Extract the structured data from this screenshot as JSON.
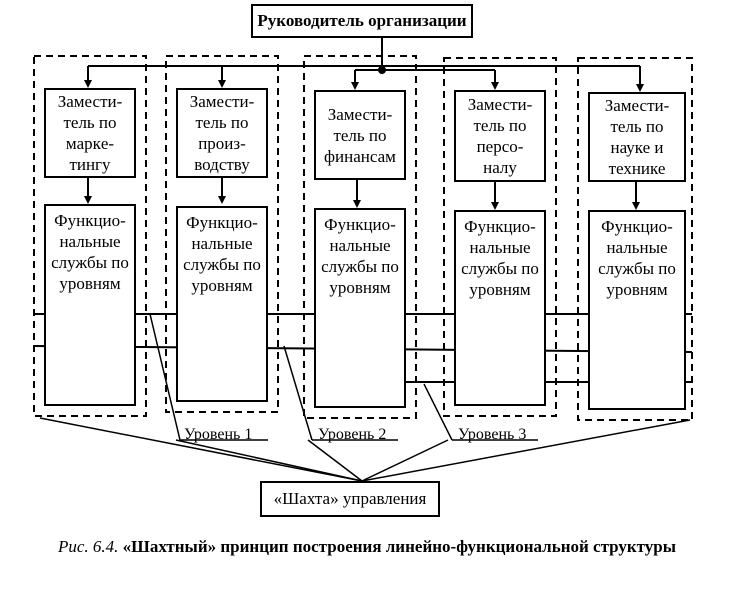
{
  "top_box": "Руководитель организации",
  "deputies": [
    "Замести-\nтель по\nмаркe-\nтингу",
    "Замести-\nтель по\nпроиз-\nводству",
    "Замести-\nтель по\nфинансам",
    "Замести-\nтель по\nперсо-\nналу",
    "Замести-\nтель по\nнауке и\nтехнике"
  ],
  "functional_services": [
    "Функцио-\nнальные\nслужбы по\nуровням",
    "Функцио-\nнальные\nслужбы по\nуровням",
    "Функцио-\nнальные\nслужбы по\nуровням",
    "Функцио-\nнальные\nслужбы по\nуровням",
    "Функцио-\nнальные\nслужбы по\nуровням"
  ],
  "levels": [
    "Уровень 1",
    "Уровень 2",
    "Уровень 3"
  ],
  "shaft_label": "«Шахта» управления",
  "caption_prefix": "Рис. 6.4.",
  "caption_text": "«Шахтный» принцип построения линейно-функциональной структуры"
}
